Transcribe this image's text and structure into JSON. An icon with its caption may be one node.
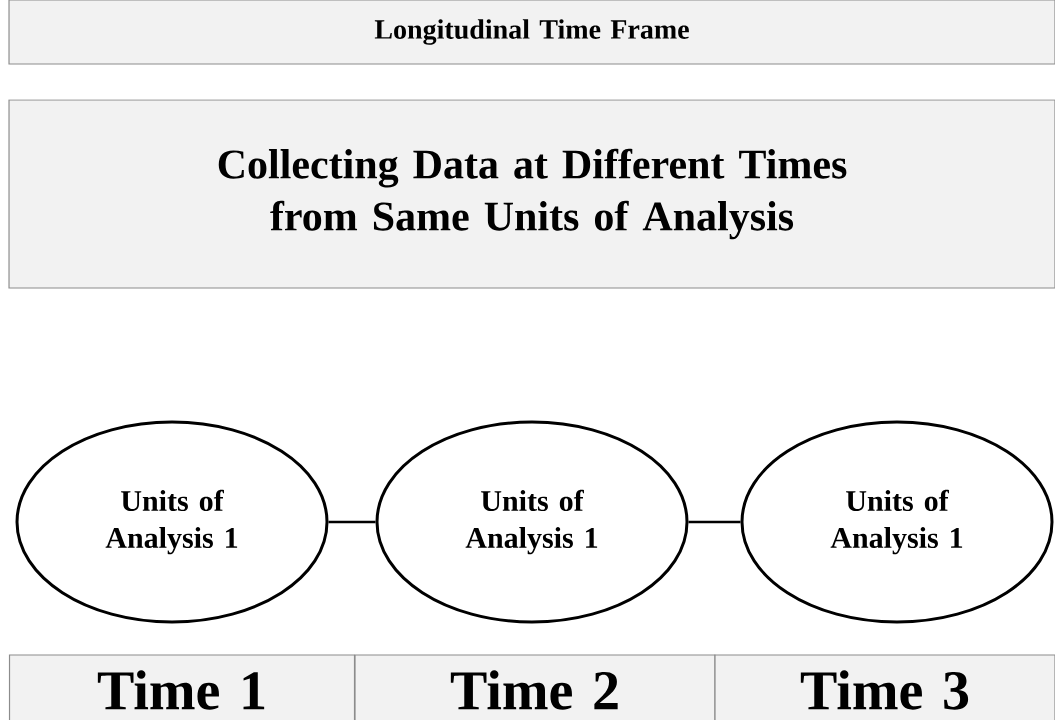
{
  "diagram": {
    "nodes": [
      {
        "text": [
          "Longitudinal Time Frame"
        ]
      },
      {
        "text": [
          "Collecting Data at Different Times from Same Units of Analysis"
        ]
      },
      {
        "text": [
          "Units of Analysis 1"
        ]
      },
      {
        "text": [
          "Units of Analysis 1"
        ]
      },
      {
        "text": [
          "Units of Analysis 1"
        ]
      },
      {
        "text": [
          "Time 1"
        ]
      },
      {
        "text": [
          "Time 2"
        ]
      },
      {
        "text": [
          "Time 3"
        ]
      }
    ],
    "edges": [
      {
        "from": 2,
        "to": 3,
        "arrow": "none"
      },
      {
        "from": 3,
        "to": 4,
        "arrow": "none"
      }
    ]
  }
}
